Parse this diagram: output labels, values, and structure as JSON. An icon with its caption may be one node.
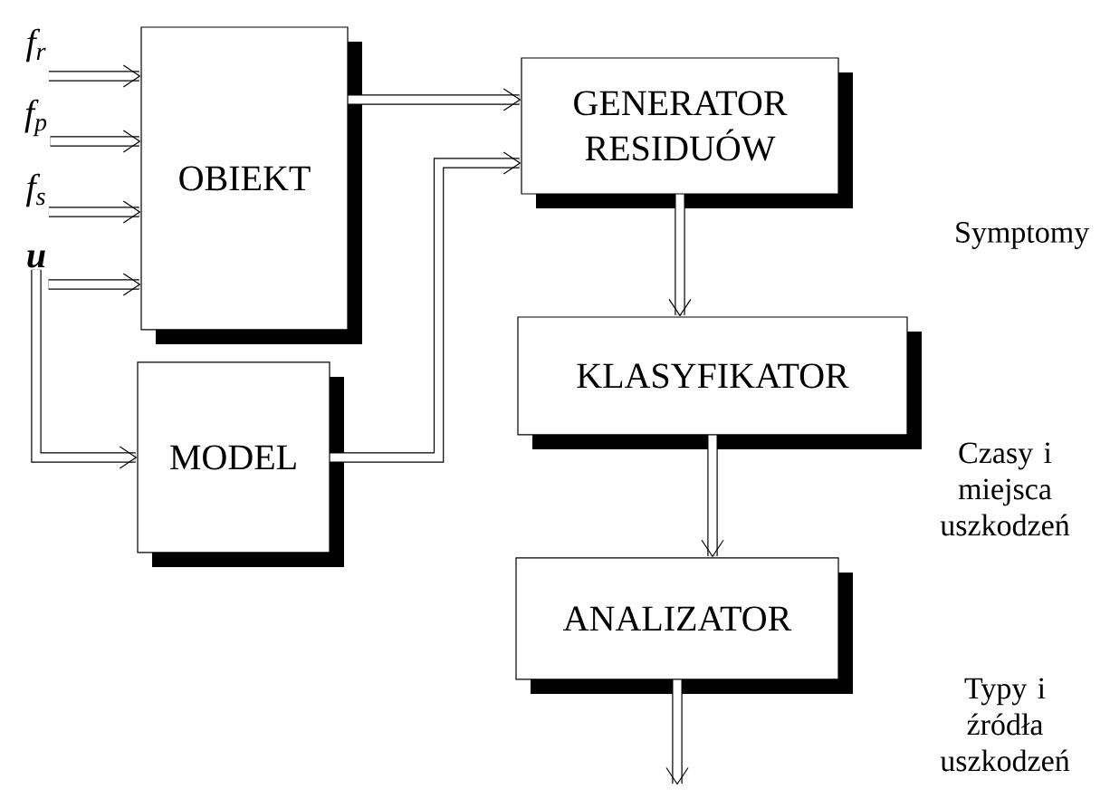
{
  "diagram": {
    "nodes": [
      {
        "text": [
          "OBIEKT"
        ]
      },
      {
        "text": [
          "MODEL"
        ]
      },
      {
        "text": [
          "GENERATOR RESIDUÓW"
        ]
      },
      {
        "text": [
          "KLASYFIKATOR"
        ]
      },
      {
        "text": [
          "ANALIZATOR"
        ]
      },
      {
        "text": [
          "f$_{r}$"
        ]
      },
      {
        "text": [
          "f$_{p}$"
        ]
      },
      {
        "text": [
          "f$_{s}$"
        ]
      },
      {
        "text": [
          "u"
        ]
      }
    ],
    "edges": [
      {
        "from": 5,
        "to": 0,
        "arrow": "to"
      },
      {
        "from": 6,
        "to": 0,
        "arrow": "to"
      },
      {
        "from": 7,
        "to": 0,
        "arrow": "to"
      },
      {
        "from": 8,
        "to": 0,
        "arrow": "to"
      },
      {
        "from": 8,
        "to": 1,
        "arrow": "to"
      },
      {
        "from": 0,
        "to": 2,
        "arrow": "to"
      },
      {
        "from": 1,
        "to": 2,
        "arrow": "to"
      },
      {
        "from": 2,
        "to": 3,
        "arrow": "to"
      },
      {
        "from": 3,
        "to": 4,
        "arrow": "to"
      },
      {
        "from": 4,
        "to": null,
        "arrow": "to"
      }
    ],
    "labels": [
      "Symptomy",
      "Czasy i miejsca uszkodzeń",
      "Typy i źródła uszkodzeń"
    ]
  }
}
